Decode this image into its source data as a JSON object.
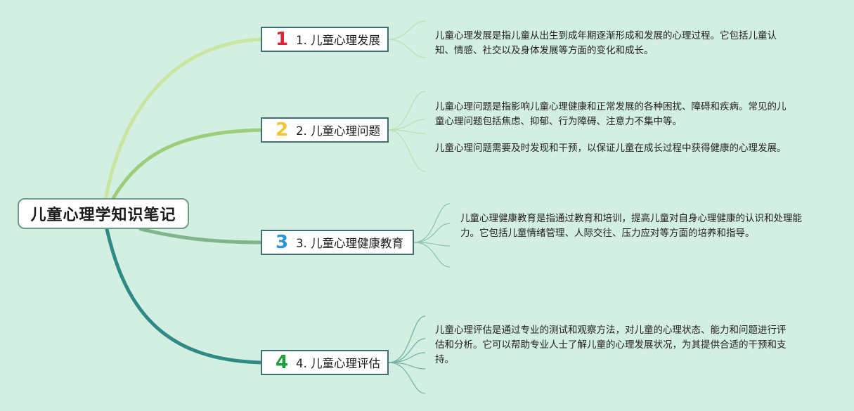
{
  "colors": {
    "background": "#d3efe2",
    "branch_1": "#c8e6a0",
    "branch_2": "#9ccd7a",
    "branch_3": "#7eb58a",
    "branch_4": "#2f8a86",
    "num_1": "#e0213a",
    "num_2": "#f4c430",
    "num_3": "#2a94d6",
    "num_4": "#1e9e3a"
  },
  "root": {
    "title": "儿童心理学知识笔记"
  },
  "topics": [
    {
      "number": "1",
      "label": "1. 儿童心理发展",
      "notes": [
        "儿童心理发展是指儿童从出生到成年期逐渐形成和发展的心理过程。它包括儿童认知、情感、社交以及身体发展等方面的变化和成长。"
      ]
    },
    {
      "number": "2",
      "label": "2. 儿童心理问题",
      "notes": [
        "儿童心理问题是指影响儿童心理健康和正常发展的各种困扰、障碍和疾病。常见的儿童心理问题包括焦虑、抑郁、行为障碍、注意力不集中等。",
        "儿童心理问题需要及时发现和干预，以保证儿童在成长过程中获得健康的心理发展。"
      ]
    },
    {
      "number": "3",
      "label": "3. 儿童心理健康教育",
      "notes": [
        "儿童心理健康教育是指通过教育和培训，提高儿童对自身心理健康的认识和处理能力。它包括儿童情绪管理、人际交往、压力应对等方面的培养和指导。"
      ]
    },
    {
      "number": "4",
      "label": "4. 儿童心理评估",
      "notes": [
        "儿童心理评估是通过专业的测试和观察方法，对儿童的心理状态、能力和问题进行评估和分析。它可以帮助专业人士了解儿童的心理发展状况，为其提供合适的干预和支持。"
      ]
    }
  ]
}
